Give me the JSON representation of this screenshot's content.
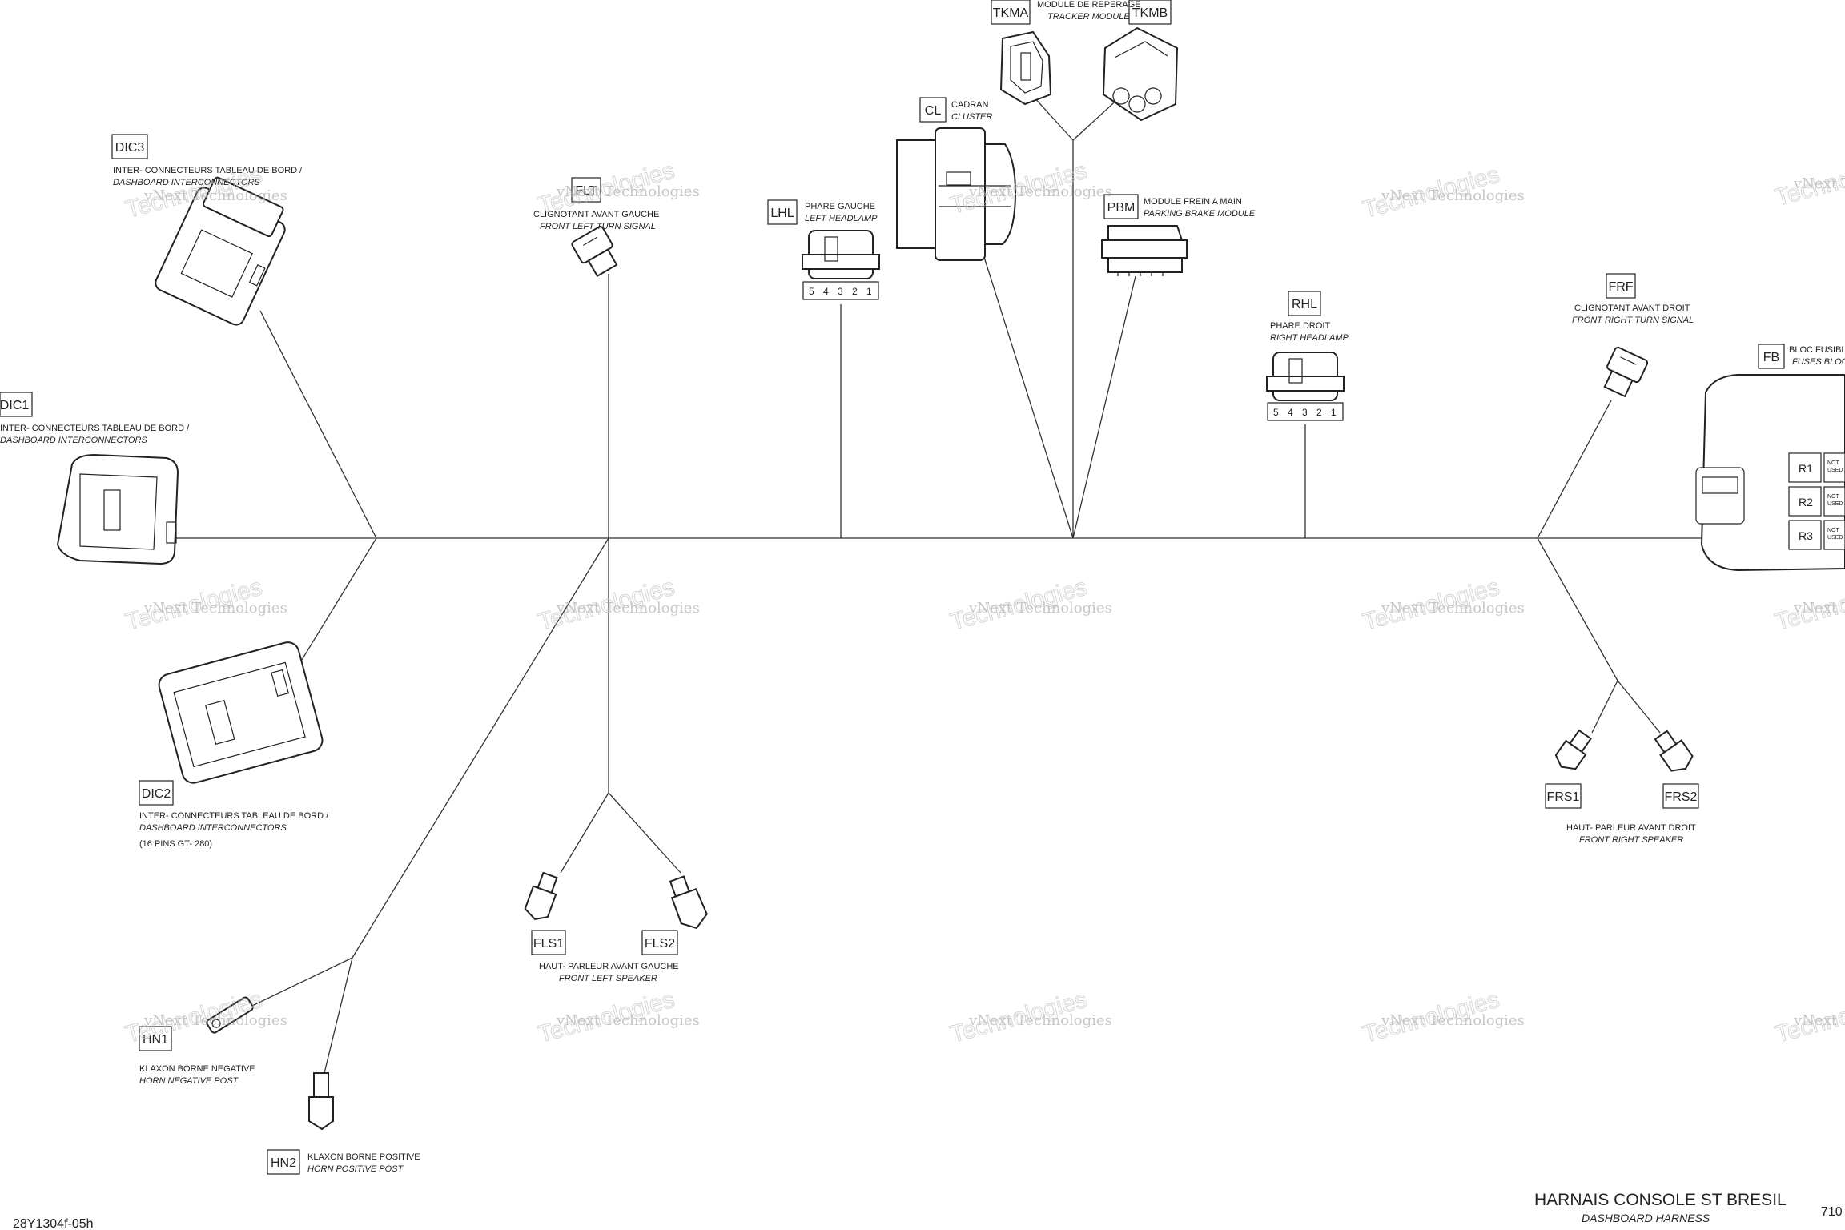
{
  "diagram": {
    "title": "HARNAIS CONSOLE ST BRESIL",
    "subtitle": "DASHBOARD  HARNESS",
    "drawing_code": "28Y1304f-05h",
    "page_number": "710",
    "watermark_line1": "vNext Technologies",
    "watermark_line2": "Technologies",
    "connectors": {
      "tkma": {
        "tag": "TKMA"
      },
      "tkmb": {
        "tag": "TKMB"
      },
      "tracker": {
        "label": "MODULE DE REPERAGE",
        "label_en": "TRACKER MODULE"
      },
      "cl": {
        "tag": "CL",
        "label": "CADRAN",
        "label_en": "CLUSTER"
      },
      "pbm": {
        "tag": "PBM",
        "label": "MODULE FREIN A MAIN",
        "label_en": "PARKING BRAKE MODULE"
      },
      "lhl": {
        "tag": "LHL",
        "label": "PHARE GAUCHE",
        "label_en": "LEFT HEADLAMP"
      },
      "flts": {
        "tag": "FLT",
        "label": "CLIGNOTANT AVANT GAUCHE",
        "label_en": "FRONT LEFT TURN SIGNAL"
      },
      "dic3": {
        "tag": "DIC3",
        "label": "INTER-  CONNECTEURS TABLEAU DE BORD /",
        "label_en": "DASHBOARD INTERCONNECTORS"
      },
      "dic1": {
        "tag": "DIC1",
        "label": "INTER-  CONNECTEURS TABLEAU DE BORD /",
        "label_en": "DASHBOARD INTERCONNECTORS"
      },
      "dic2": {
        "tag": "DIC2",
        "label": "INTER-  CONNECTEURS TABLEAU DE BORD /",
        "label_en": "DASHBOARD INTERCONNECTORS",
        "note": "(16 PINS GT-  280)"
      },
      "rhl": {
        "tag": "RHL",
        "label": "PHARE DROIT",
        "label_en": "RIGHT HEADLAMP"
      },
      "frf": {
        "tag": "FRF",
        "label": "CLIGNOTANT AVANT DROIT",
        "label_en": "FRONT RIGHT TURN SIGNAL"
      },
      "fb": {
        "tag": "FB",
        "label": "BLOC FUSIBLES",
        "label_en": "FUSES BLOCK"
      },
      "frs1": {
        "tag": "FRS1"
      },
      "frs2": {
        "tag": "FRS2"
      },
      "frs": {
        "label": "HAUT-  PARLEUR AVANT DROIT",
        "label_en": "FRONT RIGHT SPEAKER"
      },
      "fls1": {
        "tag": "FLS1"
      },
      "fls2": {
        "tag": "FLS2"
      },
      "fls": {
        "label": "HAUT-  PARLEUR AVANT GAUCHE",
        "label_en": "FRONT LEFT SPEAKER"
      },
      "hn1": {
        "tag": "HN1",
        "label": "KLAXON BORNE NEGATIVE",
        "label_en": "HORN NEGATIVE POST"
      },
      "hn2": {
        "tag": "HN2",
        "label": "KLAXON BORNE POSITIVE",
        "label_en": "HORN POSITIVE POST"
      }
    },
    "headlamp_pins": [
      "5",
      "4",
      "3",
      "2",
      "1"
    ],
    "fuse_block": {
      "relays": [
        "R1",
        "R2",
        "R3"
      ],
      "slot_label": [
        "NOT",
        "USED"
      ]
    }
  }
}
